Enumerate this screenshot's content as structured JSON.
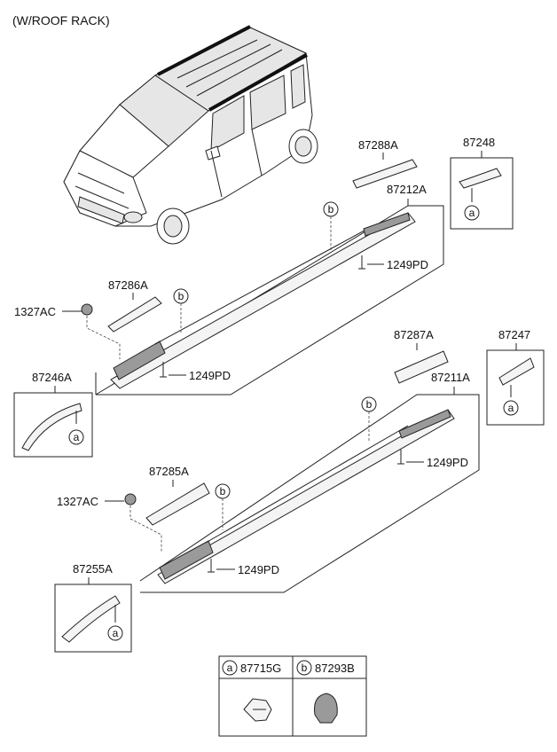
{
  "title": "(W/ROOF RACK)",
  "labels": {
    "p87288A": "87288A",
    "p87248": "87248",
    "p87212A": "87212A",
    "p87286A": "87286A",
    "p1249PD_a": "1249PD",
    "p1327AC_a": "1327AC",
    "p1249PD_b": "1249PD",
    "p87246A": "87246A",
    "p87287A": "87287A",
    "p87247": "87247",
    "p87211A": "87211A",
    "p1249PD_c": "1249PD",
    "p87285A": "87285A",
    "p1327AC_b": "1327AC",
    "p1249PD_d": "1249PD",
    "p87255A": "87255A"
  },
  "callouts": {
    "a": "a",
    "b": "b"
  },
  "legend": {
    "a_code": "87715G",
    "b_code": "87293B"
  }
}
